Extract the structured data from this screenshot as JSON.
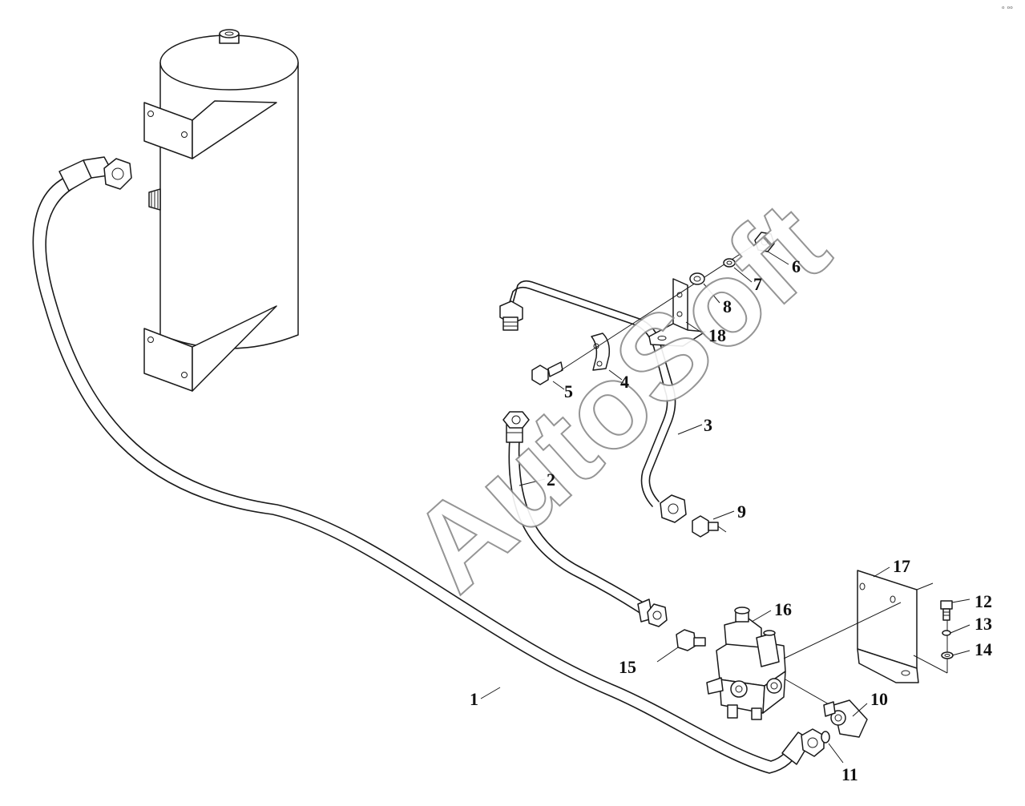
{
  "watermark": "AutoSoft",
  "corner_mark": "ᵒ ᵒᵒ",
  "callouts": [
    {
      "id": "c1",
      "label": "1"
    },
    {
      "id": "c2",
      "label": "2"
    },
    {
      "id": "c3",
      "label": "3"
    },
    {
      "id": "c4",
      "label": "4"
    },
    {
      "id": "c5",
      "label": "5"
    },
    {
      "id": "c6",
      "label": "6"
    },
    {
      "id": "c7",
      "label": "7"
    },
    {
      "id": "c8",
      "label": "8"
    },
    {
      "id": "c9",
      "label": "9"
    },
    {
      "id": "c10",
      "label": "10"
    },
    {
      "id": "c11",
      "label": "11"
    },
    {
      "id": "c12",
      "label": "12"
    },
    {
      "id": "c13",
      "label": "13"
    },
    {
      "id": "c14",
      "label": "14"
    },
    {
      "id": "c15",
      "label": "15"
    },
    {
      "id": "c16",
      "label": "16"
    },
    {
      "id": "c17",
      "label": "17"
    },
    {
      "id": "c18",
      "label": "18"
    }
  ]
}
